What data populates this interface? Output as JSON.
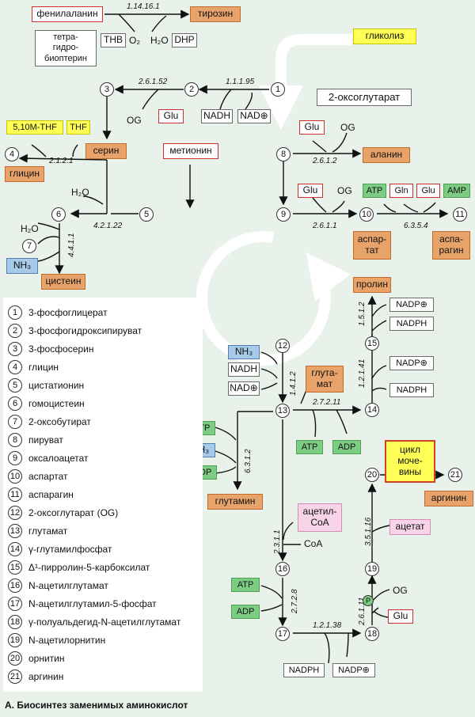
{
  "nodes": [
    "1",
    "2",
    "3",
    "4",
    "5",
    "6",
    "7",
    "8",
    "9",
    "10",
    "11",
    "12",
    "13",
    "14",
    "15",
    "16",
    "17",
    "18",
    "19",
    "20",
    "21"
  ],
  "compounds": {
    "phenylalanine": "фенилаланин",
    "tyrosine": "тирозин",
    "glycolysis": "гликолиз",
    "serine": "серин",
    "glycine": "глицин",
    "methionine": "метионин",
    "cysteine": "цистеин",
    "alanine": "аланин",
    "aspartate_l1": "аспар-",
    "aspartate_l2": "тат",
    "asparagine_l1": "аспа-",
    "asparagine_l2": "рагин",
    "proline": "пролин",
    "glutamate_l1": "глута-",
    "glutamate_l2": "мат",
    "glutamine": "глутамин",
    "acetylcoa_l1": "ацетил-",
    "acetylcoa_l2": "CoA",
    "acetate": "ацетат",
    "urea_l1": "цикл",
    "urea_l2": "моче-",
    "urea_l3": "вины",
    "arginine": "аргинин",
    "oxoglutarate": "2-оксоглутарат"
  },
  "cofactors": {
    "thb": "THB",
    "dhp": "DHP",
    "o2": "O₂",
    "h2o": "H₂O",
    "tetra1": "тетра-",
    "tetra2": "гидро-",
    "tetra3": "биоптерин",
    "nadh": "NADH",
    "nad": "NAD⊕",
    "og": "OG",
    "glu": "Glu",
    "mthf": "5,10M-THF",
    "thf": "THF",
    "nh3": "NH₃",
    "atp": "ATP",
    "adp": "ADP",
    "amp": "AMP",
    "gln": "Gln",
    "nadp": "NADP⊕",
    "nadph": "NADPH",
    "coa": "CoA",
    "p": "P"
  },
  "enzymes": {
    "e1": "1.14.16.1",
    "e2": "1.1.1.95",
    "e3": "2.6.1.52",
    "e4": "2.1.2.1",
    "e5": "4.2.1.22",
    "e6": "4.4.1.1",
    "e7": "2.6.1.2",
    "e8": "2.6.1.1",
    "e9": "6.3.5.4",
    "e10": "1.5.1.2",
    "e11": "1.2.1.41",
    "e12": "1.4.1.2",
    "e13": "2.7.2.11",
    "e14": "6.3.1.2",
    "e15": "2.3.1.1",
    "e16": "2.7.2.8",
    "e17": "1.2.1.38",
    "e18": "2.6.1.11",
    "e19": "3.5.1.16"
  },
  "legend": [
    {
      "n": "1",
      "text": "3-фосфоглицерат"
    },
    {
      "n": "2",
      "text": "3-фосфогидроксипируват"
    },
    {
      "n": "3",
      "text": "3-фосфосерин"
    },
    {
      "n": "4",
      "text": "глицин"
    },
    {
      "n": "5",
      "text": "цистатионин"
    },
    {
      "n": "6",
      "text": "гомоцистеин"
    },
    {
      "n": "7",
      "text": "2-оксобутират"
    },
    {
      "n": "8",
      "text": "пируват"
    },
    {
      "n": "9",
      "text": "оксалоацетат"
    },
    {
      "n": "10",
      "text": "аспартат"
    },
    {
      "n": "11",
      "text": "аспарагин"
    },
    {
      "n": "12",
      "text": "2-оксоглутарат (OG)"
    },
    {
      "n": "13",
      "text": "глутамат"
    },
    {
      "n": "14",
      "text": "γ-глутамилфосфат"
    },
    {
      "n": "15",
      "text": "Δ¹-пирролин-5-карбоксилат"
    },
    {
      "n": "16",
      "text": "N-ацетилглутамат"
    },
    {
      "n": "17",
      "text": "N-ацетилглутамил-5-фосфат"
    },
    {
      "n": "18",
      "text": "γ-полуальдегид-N-ацетилглутамат"
    },
    {
      "n": "19",
      "text": "N-ацетилорнитин"
    },
    {
      "n": "20",
      "text": "орнитин"
    },
    {
      "n": "21",
      "text": "аргинин"
    }
  ],
  "caption": "А. Биосинтез заменимых аминокислот",
  "colors": {
    "compound": "#e8a36a",
    "cofactor_green": "#7dcc84",
    "cofactor_blue": "#a8cae8",
    "highlight_yellow": "#ffff55",
    "acetyl_pink": "#f7d4e7",
    "background": "#e8f2ea"
  }
}
